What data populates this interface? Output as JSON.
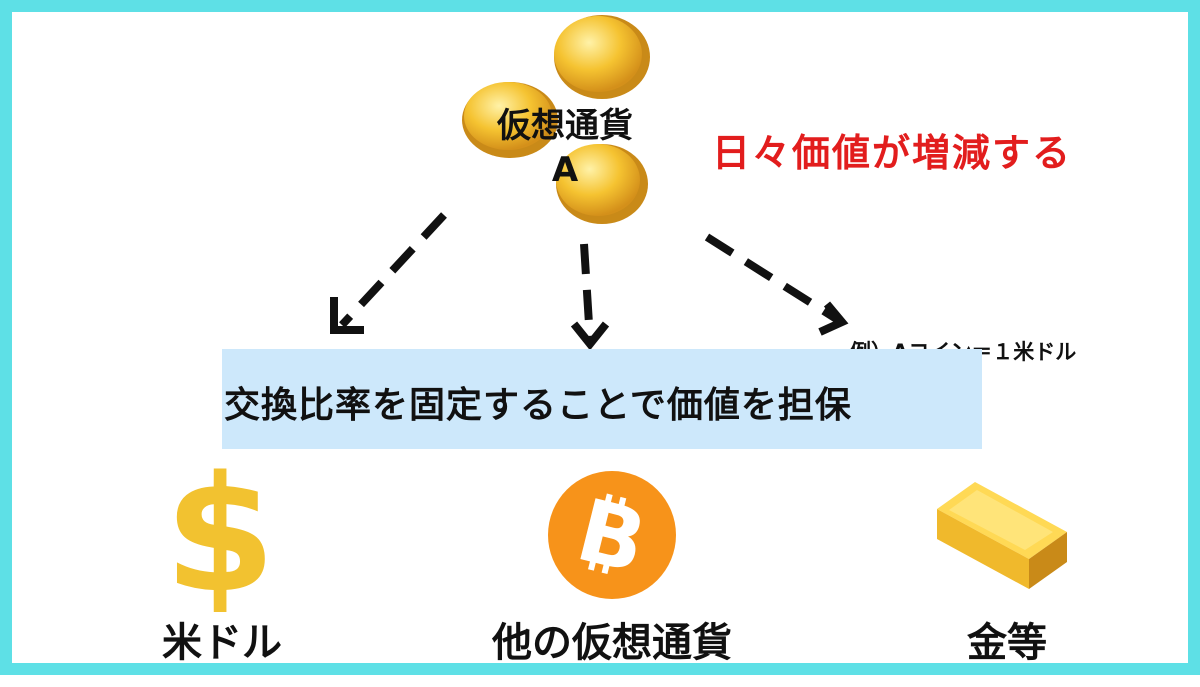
{
  "top": {
    "title": "仮想通貨",
    "letter": "A",
    "note": "日々価値が増減する"
  },
  "example": "例）Aコイン＝１米ドル",
  "banner": "交換比率を固定することで価値を担保",
  "pegs": [
    {
      "label": "米ドル",
      "icon": "dollar-sign-icon"
    },
    {
      "label": "他の仮想通貨",
      "icon": "bitcoin-icon"
    },
    {
      "label": "金等",
      "icon": "gold-bar-icon"
    }
  ],
  "colors": {
    "border": "#5ee0e6",
    "note": "#e21d1d",
    "banner_bg": "#cde8fb",
    "dollar": "#f2c230",
    "bitcoin": "#f7931a",
    "gold": "#f0b92c"
  }
}
